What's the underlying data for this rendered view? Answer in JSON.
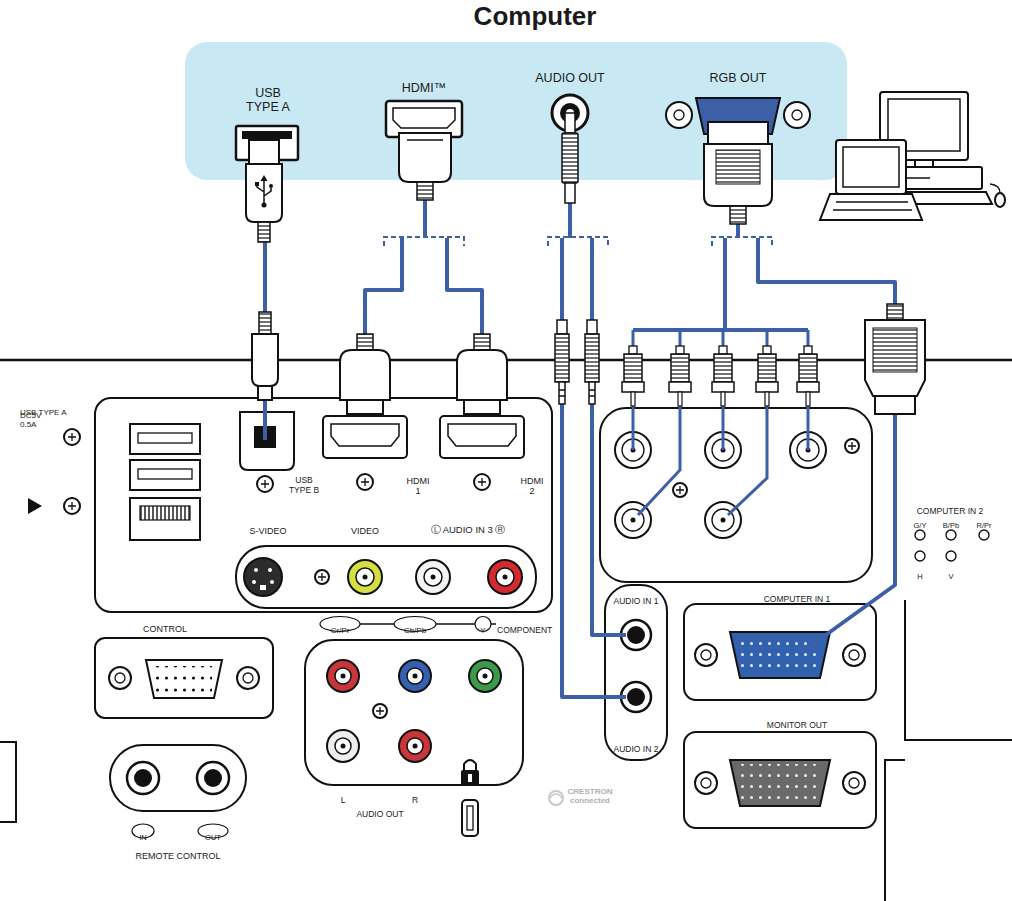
{
  "diagram": {
    "nodes": [
      {
        "text": [
          "Computer",
          "USB TYPE A",
          "HDMI™",
          "AUDIO OUT",
          "RGB OUT"
        ]
      }
    ],
    "labels": [
      "USB TYPE A",
      "DC5V 0.5A",
      "USB TYPE B",
      "HDMI 1",
      "HDMI 2",
      "S-VIDEO",
      "VIDEO",
      "Ⓛ AUDIO IN 3 Ⓡ",
      "AUDIO IN 1",
      "AUDIO IN 2",
      "COMPUTER IN 2",
      "G/Y",
      "B/Pb",
      "R/Pr",
      "H",
      "V",
      "COMPUTER IN 1",
      "CONTROL",
      "Cr/Pr",
      "Cb/Pb",
      "Y",
      "COMPONENT",
      "MONITOR OUT",
      "L",
      "R",
      "AUDIO OUT",
      "IN",
      "OUT",
      "REMOTE CONTROL",
      "CRESTRON connected"
    ]
  }
}
